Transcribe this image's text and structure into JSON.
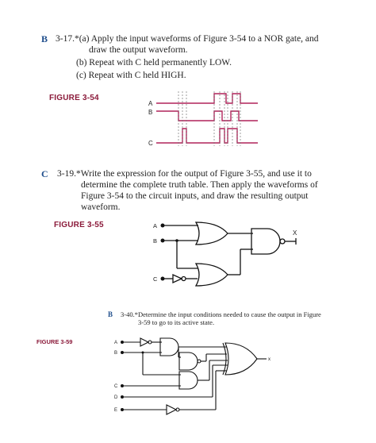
{
  "problem_17": {
    "section": "B",
    "number": "3-17.",
    "star": "*",
    "part_a": "(a) Apply the input waveforms of Figure 3-54 to a NOR gate, and",
    "part_a_cont": "draw the output waveform.",
    "part_b": "(b) Repeat with C held permanently LOW.",
    "part_c": "(c) Repeat with C held HIGH."
  },
  "figure_354": {
    "label": "FIGURE 3-54",
    "signals": [
      "A",
      "B",
      "C"
    ]
  },
  "problem_19": {
    "section": "C",
    "number": "3-19.",
    "star": "*",
    "line1": "Write the expression for the output of Figure 3-55, and use it to",
    "line2": "determine the complete truth table. Then apply the waveforms of",
    "line3": "Figure 3-54 to the circuit inputs, and draw the resulting output",
    "line4": "waveform."
  },
  "figure_355": {
    "label": "FIGURE 3-55",
    "inputs": [
      "A",
      "B",
      "C"
    ],
    "output": "X"
  },
  "problem_40": {
    "section": "B",
    "number": "3-40.",
    "star": "*",
    "line1": "Determine the input conditions needed to cause the output in Figure",
    "line2": "3-59 to go to its active state."
  },
  "figure_359": {
    "label": "FIGURE 3-59",
    "inputs": [
      "A",
      "B",
      "C",
      "D",
      "E"
    ],
    "output": "x"
  },
  "colors": {
    "waveform": "#b0245a",
    "accent_blue": "#1f4e8c",
    "figure_label": "#8b1a3a"
  }
}
